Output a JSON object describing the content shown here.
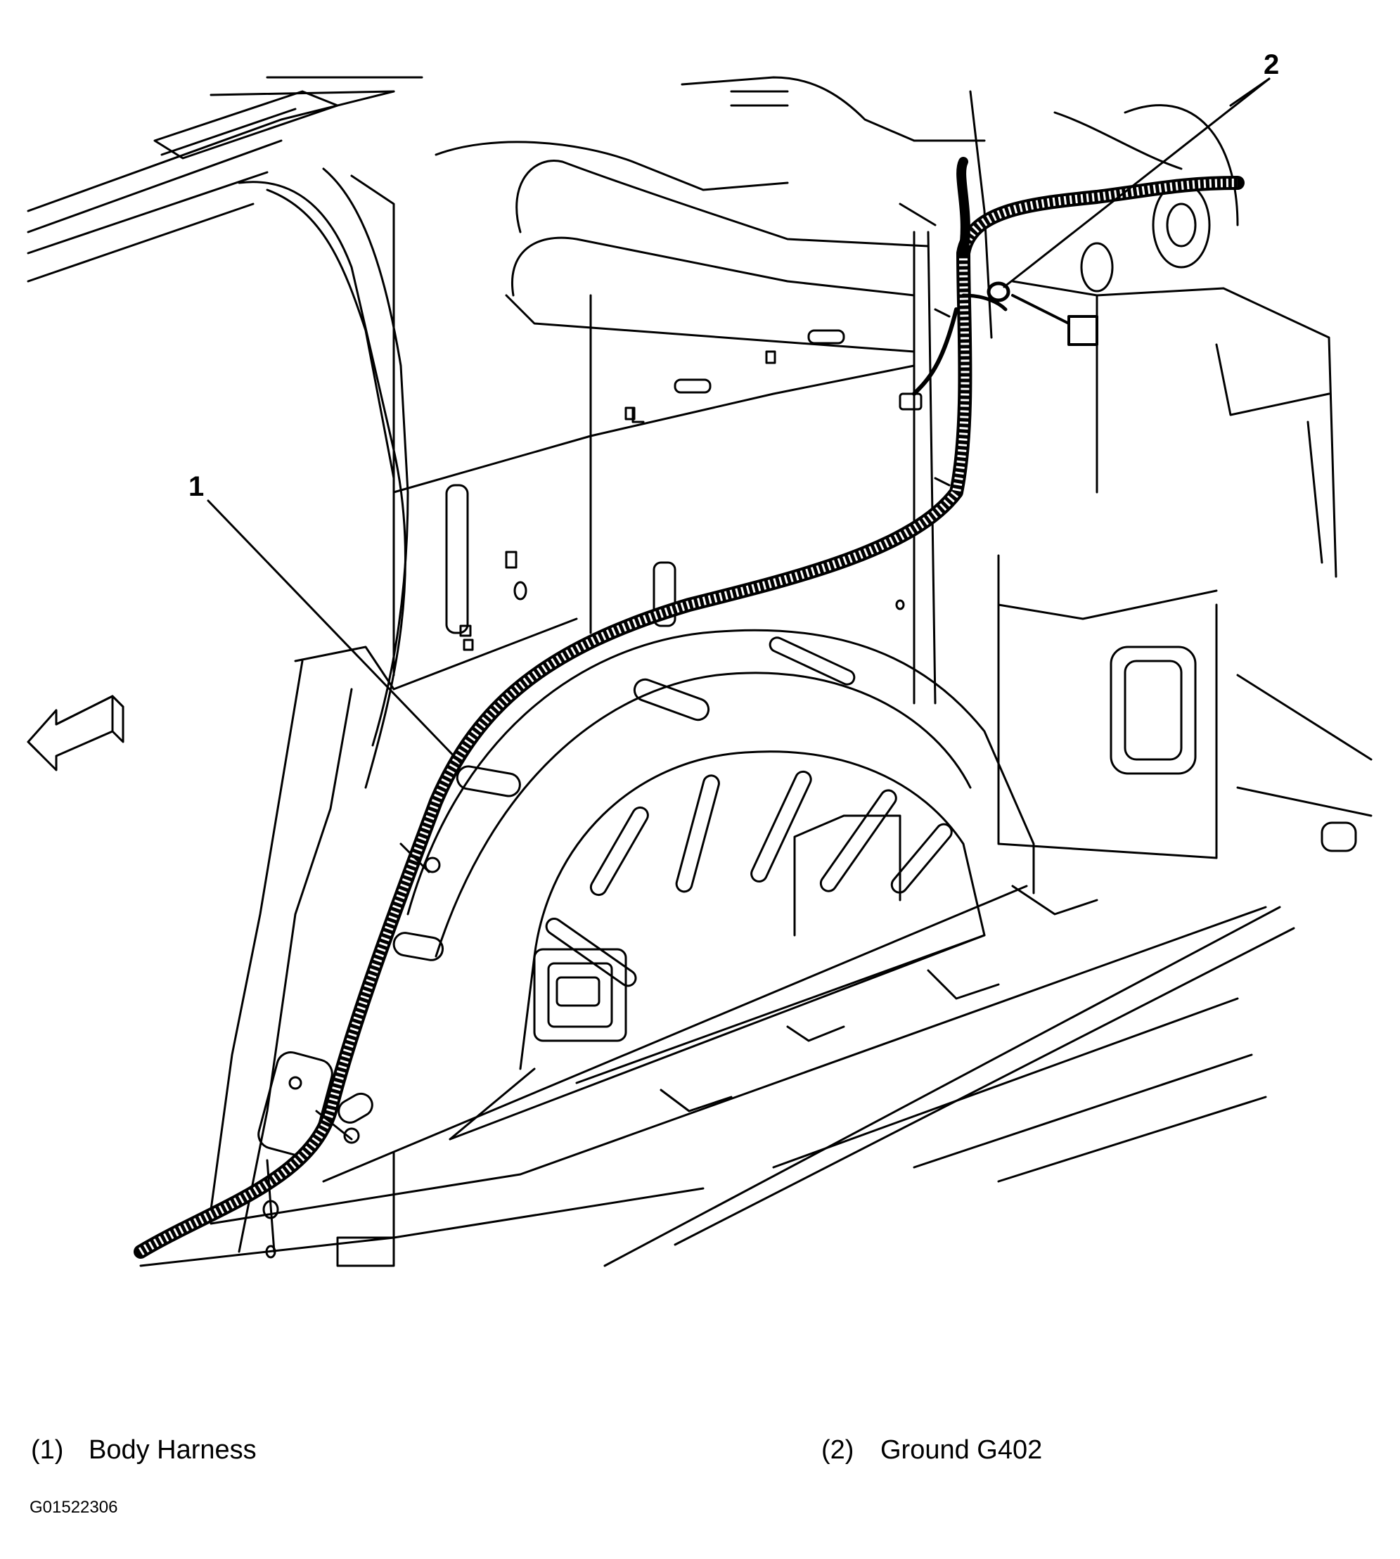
{
  "callouts": [
    {
      "number": "1"
    },
    {
      "number": "2"
    }
  ],
  "legend": [
    {
      "number": "(1)",
      "label": "Body Harness"
    },
    {
      "number": "(2)",
      "label": "Ground G402"
    }
  ],
  "figure_id": "G01522306",
  "illustration": {
    "subject": "rear quarter interior with body harness routed along wheelhouse to ground point",
    "line_color": "#000000",
    "background_color": "#ffffff",
    "direction_arrow_icon": "front-direction-arrow-icon"
  }
}
